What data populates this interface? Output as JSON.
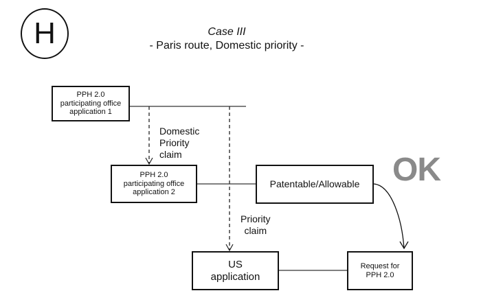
{
  "badge": {
    "letter": "H"
  },
  "header": {
    "title": "Case III",
    "subtitle": "- Paris route, Domestic priority -"
  },
  "nodes": {
    "app1": {
      "lines": [
        "PPH 2.0",
        "participating office",
        "application 1"
      ]
    },
    "app2": {
      "lines": [
        "PPH 2.0",
        "participating office",
        "application 2"
      ]
    },
    "patentable": {
      "label": "Patentable/Allowable"
    },
    "us_app": {
      "lines": [
        "US",
        "application"
      ]
    },
    "request": {
      "lines": [
        "Request for",
        "PPH 2.0"
      ]
    }
  },
  "edge_labels": {
    "domestic_priority": [
      "Domestic",
      "Priority",
      "claim"
    ],
    "priority": [
      "Priority",
      "claim"
    ]
  },
  "status": {
    "ok_label": "OK",
    "ok_color": "#8a8a8a"
  }
}
